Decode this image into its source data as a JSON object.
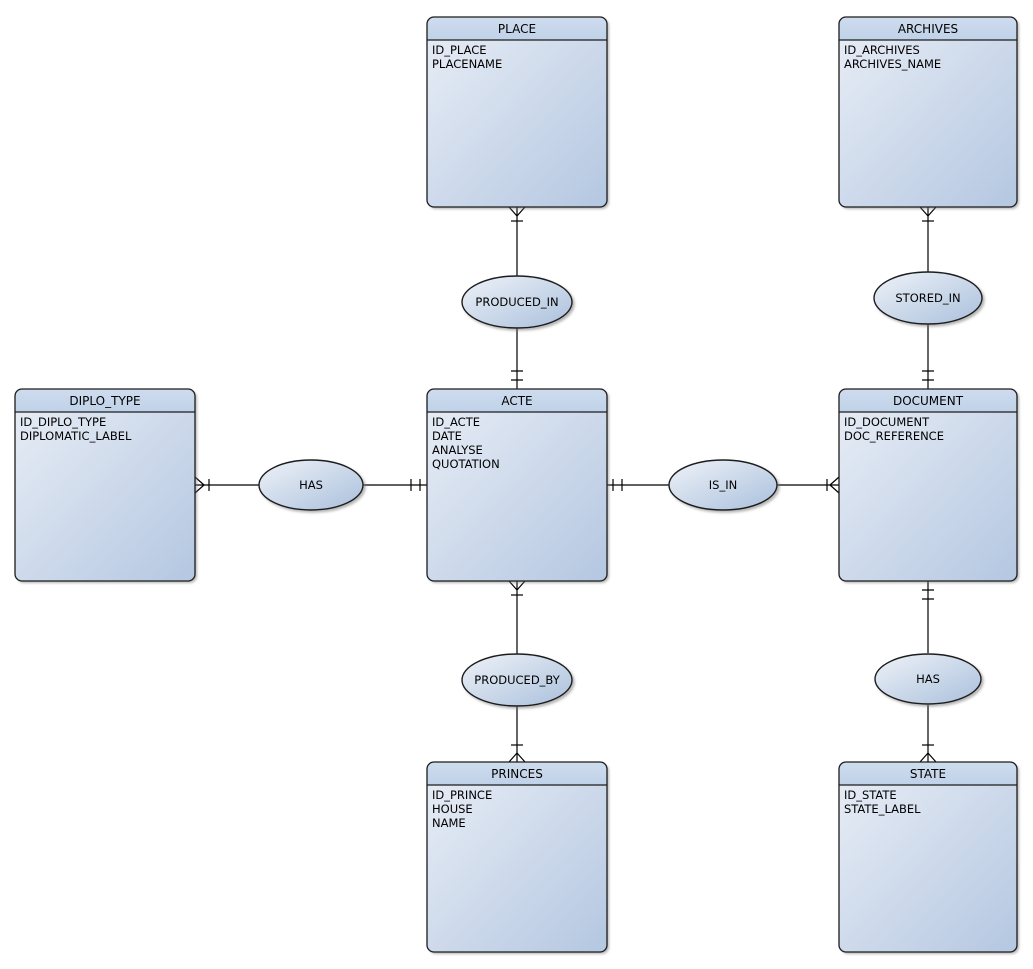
{
  "diagram": {
    "type": "entity-relationship-diagram",
    "background_color": "#ffffff",
    "colors": {
      "entity_header": "#c6d7ea",
      "entity_body_light": "#e8edf5",
      "entity_body_dark": "#b4c7e1",
      "outline": "#1c1c1c",
      "text": "#000000"
    },
    "entities": {
      "place": {
        "title": "PLACE",
        "attributes": [
          "ID_PLACE",
          "PLACENAME"
        ]
      },
      "archives": {
        "title": "ARCHIVES",
        "attributes": [
          "ID_ARCHIVES",
          "ARCHIVES_NAME"
        ]
      },
      "diplo_type": {
        "title": "DIPLO_TYPE",
        "attributes": [
          "ID_DIPLO_TYPE",
          "DIPLOMATIC_LABEL"
        ]
      },
      "acte": {
        "title": "ACTE",
        "attributes": [
          "ID_ACTE",
          "DATE",
          "ANALYSE",
          "QUOTATION"
        ]
      },
      "document": {
        "title": "DOCUMENT",
        "attributes": [
          "ID_DOCUMENT",
          "DOC_REFERENCE"
        ]
      },
      "princes": {
        "title": "PRINCES",
        "attributes": [
          "ID_PRINCE",
          "HOUSE",
          "NAME"
        ]
      },
      "state": {
        "title": "STATE",
        "attributes": [
          "ID_STATE",
          "STATE_LABEL"
        ]
      }
    },
    "relationships": {
      "produced_in": {
        "label": "PRODUCED_IN",
        "between": [
          "PLACE",
          "ACTE"
        ],
        "end_place": "one-or-many (crow's foot + tick)",
        "end_acte": "exactly-one (double tick)"
      },
      "stored_in": {
        "label": "STORED_IN",
        "between": [
          "ARCHIVES",
          "DOCUMENT"
        ],
        "end_archives": "one-or-many (crow's foot + tick)",
        "end_document": "exactly-one (double tick)"
      },
      "has_diplo": {
        "label": "HAS",
        "between": [
          "DIPLO_TYPE",
          "ACTE"
        ],
        "end_diplo_type": "one-or-many (crow's foot + tick)",
        "end_acte": "exactly-one (double tick)"
      },
      "is_in": {
        "label": "IS_IN",
        "between": [
          "ACTE",
          "DOCUMENT"
        ],
        "end_acte": "exactly-one (double tick)",
        "end_document": "one-or-many (crow's foot + tick)"
      },
      "produced_by": {
        "label": "PRODUCED_BY",
        "between": [
          "ACTE",
          "PRINCES"
        ],
        "end_acte": "one-or-many (crow's foot + tick)",
        "end_princes": "one-or-many (tick + crow's foot)"
      },
      "has_state": {
        "label": "HAS",
        "between": [
          "DOCUMENT",
          "STATE"
        ],
        "end_document": "exactly-one (double tick)",
        "end_state": "one-or-many (tick + crow's foot)"
      }
    }
  }
}
